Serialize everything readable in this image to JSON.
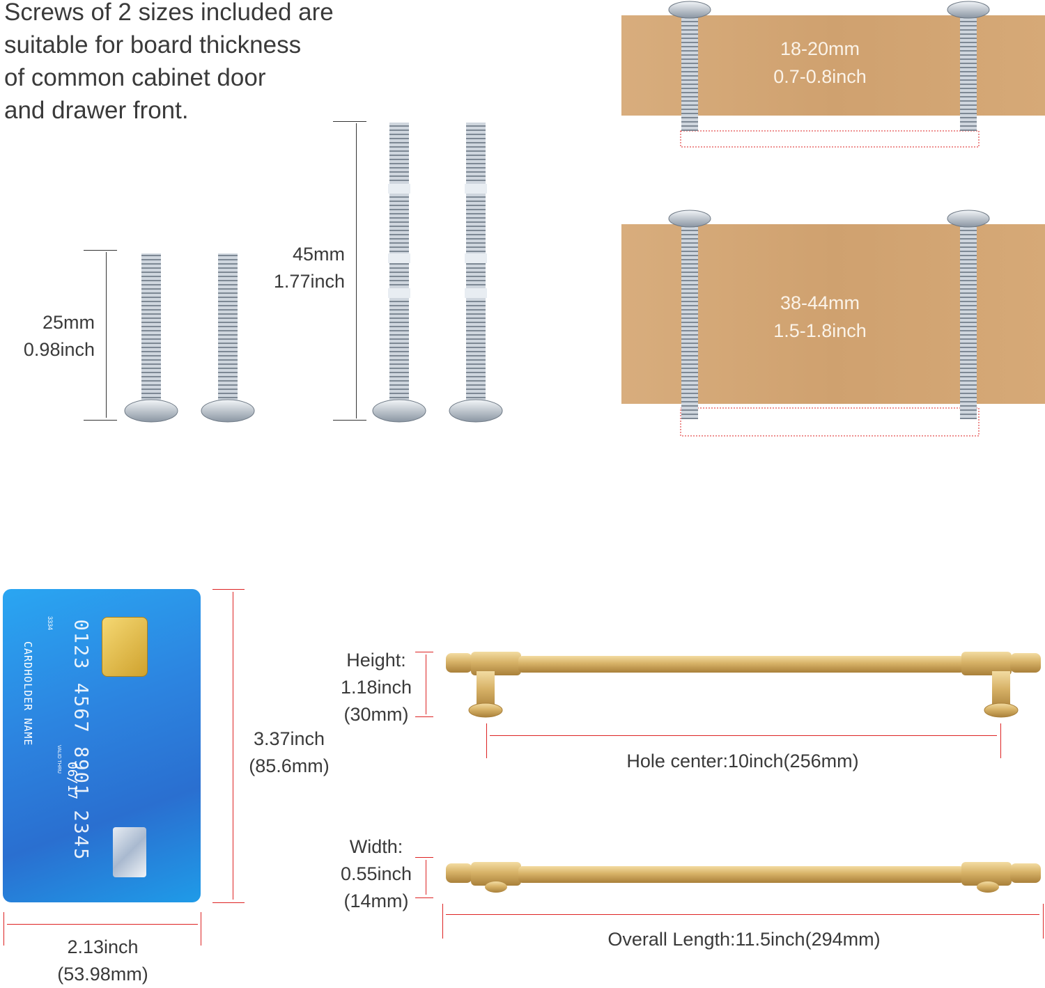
{
  "intro": {
    "lines": [
      "Screws of 2 sizes included are",
      "suitable for board thickness",
      "of common cabinet door",
      "and drawer front."
    ]
  },
  "screws": {
    "short": {
      "mm": "25mm",
      "inch": "0.98inch"
    },
    "long": {
      "mm": "45mm",
      "inch": "1.77inch"
    }
  },
  "boards": {
    "thin": {
      "mm": "18-20mm",
      "inch": "0.7-0.8inch"
    },
    "thick": {
      "mm": "38-44mm",
      "inch": "1.5-1.8inch"
    }
  },
  "card": {
    "number": "0123 4567 8901 2345",
    "small_number": "3334",
    "valid_label": "VALID THRU",
    "expiry": "06/17",
    "holder": "CARDHOLDER NAME",
    "height_inch": "3.37inch",
    "height_mm": "(85.6mm)",
    "width_inch": "2.13inch",
    "width_mm": "(53.98mm)"
  },
  "handle": {
    "height_title": "Height:",
    "height_inch": "1.18inch",
    "height_mm": "(30mm)",
    "hole_center": "Hole center:10inch(256mm)",
    "width_title": "Width:",
    "width_inch": "0.55inch",
    "width_mm": "(14mm)",
    "overall_length": "Overall Length:11.5inch(294mm)"
  },
  "colors": {
    "wood": "#d2a574",
    "gold": "#d9b46a",
    "dimension_red": "#dd2222",
    "card_blue": "#2f8ee6"
  }
}
